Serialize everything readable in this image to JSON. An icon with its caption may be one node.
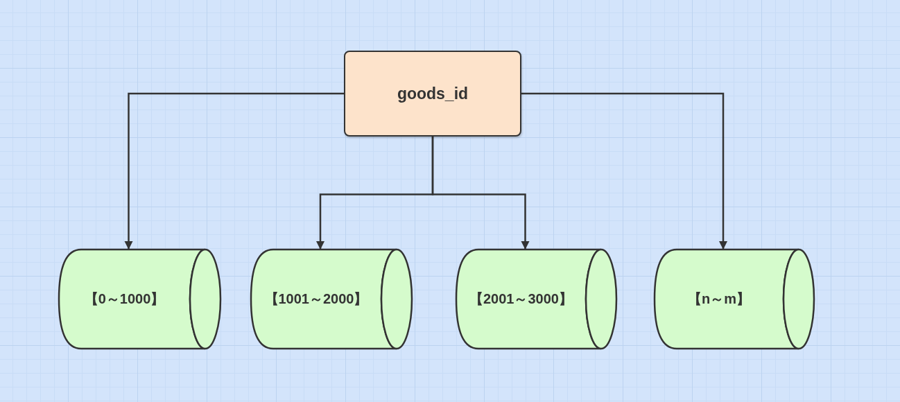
{
  "diagram": {
    "nodes": [
      {
        "text": [
          "goods_id"
        ]
      },
      {
        "text": [
          "【0～1000】"
        ]
      },
      {
        "text": [
          "【1001～2000】"
        ]
      },
      {
        "text": [
          "【2001～3000】"
        ]
      },
      {
        "text": [
          "【n～m】"
        ]
      }
    ],
    "edges": [
      {
        "from": 0,
        "to": 1,
        "arrow": "to"
      },
      {
        "from": 0,
        "to": 2,
        "arrow": "to"
      },
      {
        "from": 0,
        "to": 3,
        "arrow": "to"
      },
      {
        "from": 0,
        "to": 4,
        "arrow": "to"
      }
    ]
  }
}
